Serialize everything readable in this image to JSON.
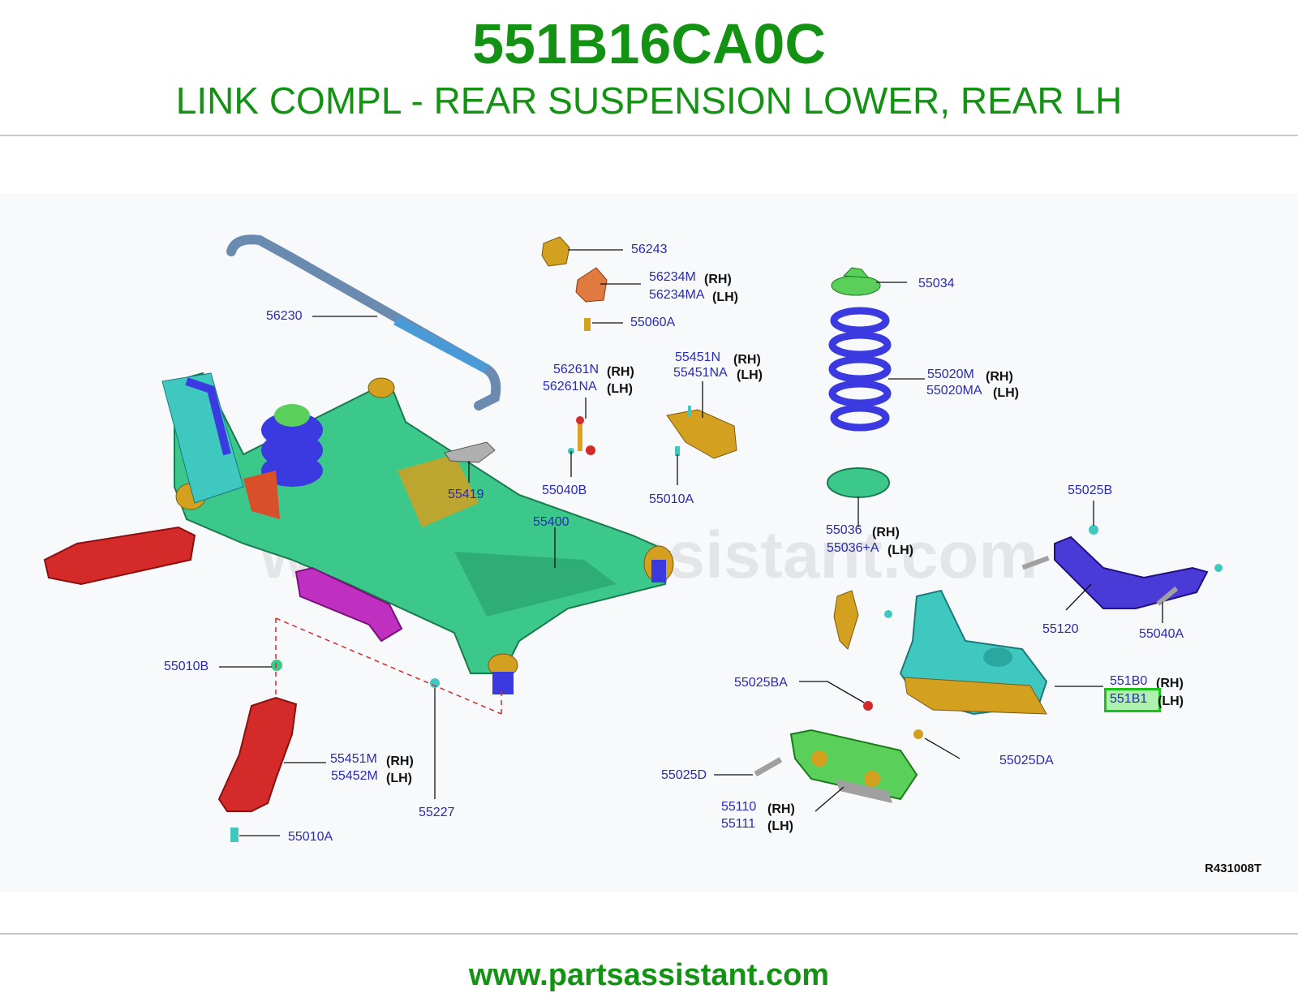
{
  "header": {
    "part_number": "551B16CA0C",
    "description": "LINK COMPL - REAR SUSPENSION LOWER, REAR LH"
  },
  "watermark": "www.partsassistant.com",
  "reference_code": "R431008T",
  "footer": {
    "url": "www.partsassistant.com"
  },
  "side_labels": {
    "rh": "(RH)",
    "lh": "(LH)"
  },
  "callouts": {
    "c56243": "56243",
    "c56234M": "56234M",
    "c56234MA": "56234MA",
    "c55060A": "55060A",
    "c56230": "56230",
    "c56261N": "56261N",
    "c56261NA": "56261NA",
    "c55451N": "55451N",
    "c55451NA": "55451NA",
    "c55034": "55034",
    "c55020M": "55020M",
    "c55020MA": "55020MA",
    "c55419": "55419",
    "c55040B": "55040B",
    "c55010A_top": "55010A",
    "c55400": "55400",
    "c55036": "55036",
    "c55036A": "55036+A",
    "c55025B": "55025B",
    "c55120": "55120",
    "c55040A": "55040A",
    "c55010B": "55010B",
    "c55025BA": "55025BA",
    "c551B0": "551B0",
    "c551B1": "551B1",
    "c55451M": "55451M",
    "c55452M": "55452M",
    "c55227": "55227",
    "c55025DA": "55025DA",
    "c55025D": "55025D",
    "c55110": "55110",
    "c55111": "55111",
    "c55010A_bottom": "55010A"
  },
  "colors": {
    "title_green": "#149214",
    "callout_blue": "#2a2ab8",
    "highlight_border": "#19c219",
    "subframe_green": "#3cc88a",
    "arm_red": "#d42a2a",
    "spring_blue": "#3a3ae0",
    "bracket_gold": "#d4a020",
    "link_magenta": "#c030c0",
    "knuckle_teal": "#3ec8c0"
  }
}
